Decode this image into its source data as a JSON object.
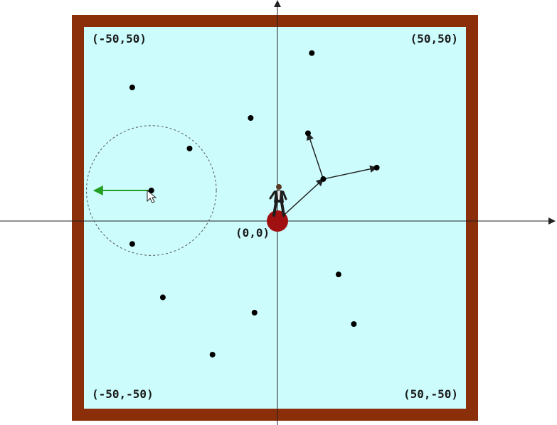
{
  "world": {
    "colors": {
      "border": "#8b2e0a",
      "field": "#ccfcfc",
      "axis": "#222222",
      "dot": "#000000",
      "vector": "#222222",
      "range_vector": "#22a022",
      "range_circle": "#555555",
      "origin_marker": "#a01010"
    },
    "labels": {
      "top_left": "(-50,50)",
      "top_right": "(50,50)",
      "bottom_left": "(-50,-50)",
      "bottom_right": "(50,-50)",
      "origin": "(0,0)"
    },
    "points": [
      {
        "x": 9,
        "y": 44
      },
      {
        "x": -38,
        "y": 35
      },
      {
        "x": -7,
        "y": 27
      },
      {
        "x": 8,
        "y": 23
      },
      {
        "x": -23,
        "y": 19
      },
      {
        "x": 26,
        "y": 14
      },
      {
        "x": 12,
        "y": 11
      },
      {
        "x": -33,
        "y": 8
      },
      {
        "x": -38,
        "y": -6
      },
      {
        "x": 16,
        "y": -14
      },
      {
        "x": -30,
        "y": -20
      },
      {
        "x": -6,
        "y": -24
      },
      {
        "x": 20,
        "y": -27
      },
      {
        "x": -17,
        "y": -35
      }
    ],
    "vectors": [
      {
        "from": [
          0,
          0
        ],
        "to": [
          12,
          11
        ]
      },
      {
        "from": [
          12,
          11
        ],
        "to": [
          8,
          23
        ]
      },
      {
        "from": [
          12,
          11
        ],
        "to": [
          26,
          14
        ]
      }
    ],
    "range_circle": {
      "center": [
        -33,
        8
      ],
      "radius": 17
    },
    "range_vector": {
      "from": [
        -33,
        8
      ],
      "to": [
        -48,
        8
      ]
    },
    "cursor_icon": "mouse-pointer-icon",
    "character_icon": "person-figure-icon"
  }
}
